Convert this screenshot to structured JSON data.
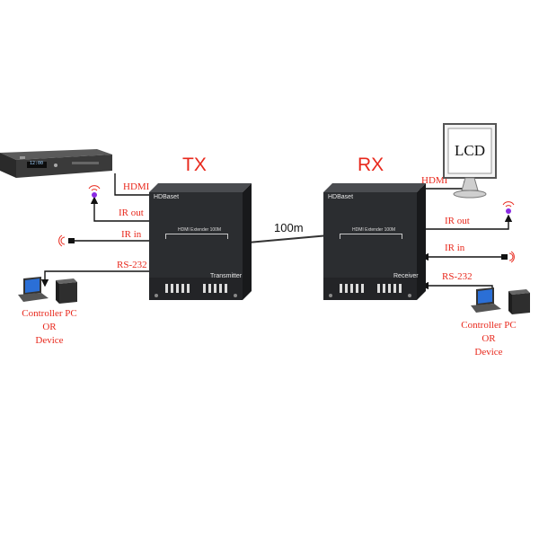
{
  "transmitter": {
    "heading": "TX",
    "brand": "HDBaset",
    "model": "HDMI Extender 100M",
    "name": "Transmitter",
    "ports": {
      "hdmi": "HDMI",
      "ir_out": "IR out",
      "ir_in": "IR in",
      "rs232": "RS-232"
    }
  },
  "receiver": {
    "heading": "RX",
    "brand": "HDBaset",
    "model": "HDMI Extender 100M",
    "name": "Receiver",
    "ports": {
      "hdmi": "HDMI",
      "ir_out": "IR out",
      "ir_in": "IR in",
      "rs232": "RS-232"
    }
  },
  "link": {
    "distance": "100m"
  },
  "display": {
    "label": "LCD"
  },
  "source": {
    "icon": "set-top-box-icon",
    "screen_text": "12:00"
  },
  "controller_left": {
    "line1": "Controller PC",
    "line2": "OR",
    "line3": "Device"
  },
  "controller_right": {
    "line1": "Controller PC",
    "line2": "OR",
    "line3": "Device"
  },
  "colors": {
    "accent_red": "#e8281c",
    "box_dark": "#2b2d30",
    "line": "#1a1a1a"
  }
}
